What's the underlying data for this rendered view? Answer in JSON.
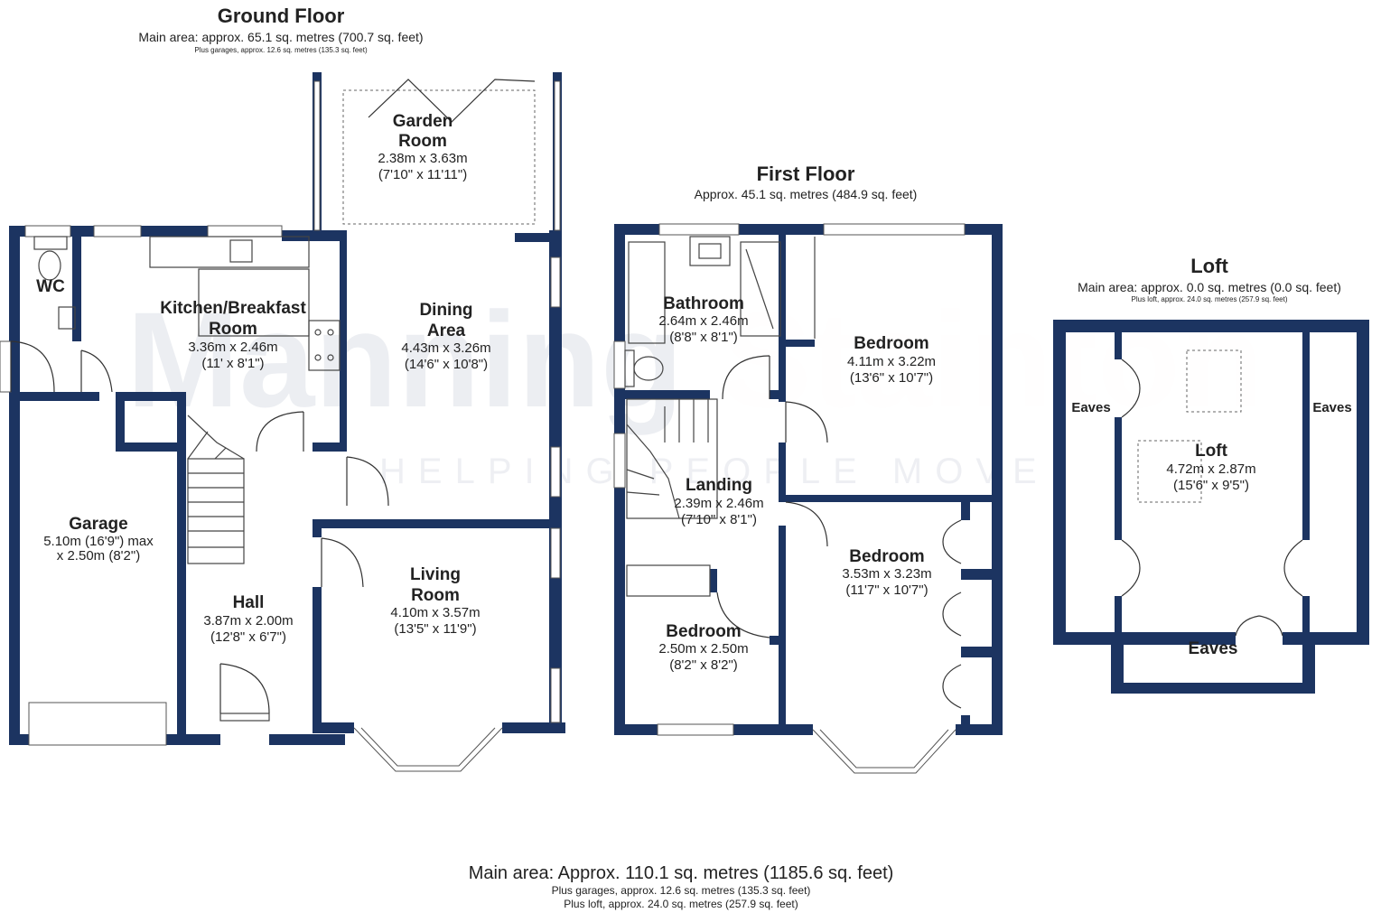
{
  "watermark": {
    "brand_a": "Manning",
    "brand_b": "Stainton",
    "tagline": "HELPING PEOPLE MOVE",
    "colors": {
      "navy": "#1c3461",
      "red": "#d6162a"
    }
  },
  "colors": {
    "wall": "#1c3461",
    "text": "#222222"
  },
  "ground_floor": {
    "title": "Ground Floor",
    "main_area": "Main area: approx. 65.1 sq. metres (700.7 sq. feet)",
    "extra": "Plus garages, approx. 12.6 sq. metres (135.3 sq. feet)",
    "rooms": {
      "garden": {
        "name1": "Garden",
        "name2": "Room",
        "metric": "2.38m x 3.63m",
        "imperial": "(7'10\" x 11'11\")"
      },
      "wc": {
        "name": "WC"
      },
      "kitchen": {
        "name1": "Kitchen/Breakfast",
        "name2": "Room",
        "metric": "3.36m x 2.46m",
        "imperial": "(11' x 8'1\")"
      },
      "dining": {
        "name1": "Dining",
        "name2": "Area",
        "metric": "4.43m x 3.26m",
        "imperial": "(14'6\" x 10'8\")"
      },
      "garage": {
        "name": "Garage",
        "metric": "5.10m (16'9\") max",
        "imperial": "x 2.50m (8'2\")"
      },
      "hall": {
        "name": "Hall",
        "metric": "3.87m x 2.00m",
        "imperial": "(12'8\" x 6'7\")"
      },
      "living": {
        "name1": "Living",
        "name2": "Room",
        "metric": "4.10m x 3.57m",
        "imperial": "(13'5\" x 11'9\")"
      }
    }
  },
  "first_floor": {
    "title": "First Floor",
    "main_area": "Approx. 45.1 sq. metres (484.9 sq. feet)",
    "rooms": {
      "bathroom": {
        "name": "Bathroom",
        "metric": "2.64m x 2.46m",
        "imperial": "(8'8\" x 8'1\")"
      },
      "bedroom1": {
        "name": "Bedroom",
        "metric": "4.11m x 3.22m",
        "imperial": "(13'6\" x 10'7\")"
      },
      "landing": {
        "name": "Landing",
        "metric": "2.39m x 2.46m",
        "imperial": "(7'10\" x 8'1\")"
      },
      "bedroom2": {
        "name": "Bedroom",
        "metric": "3.53m x 3.23m",
        "imperial": "(11'7\" x 10'7\")"
      },
      "bedroom3": {
        "name": "Bedroom",
        "metric": "2.50m x 2.50m",
        "imperial": "(8'2\" x 8'2\")"
      }
    }
  },
  "loft": {
    "title": "Loft",
    "main_area": "Main area: approx. 0.0 sq. metres (0.0 sq. feet)",
    "extra": "Plus loft, approx. 24.0 sq. metres (257.9 sq. feet)",
    "rooms": {
      "loft": {
        "name": "Loft",
        "metric": "4.72m x 2.87m",
        "imperial": "(15'6\" x 9'5\")"
      },
      "eaves_left": "Eaves",
      "eaves_right": "Eaves",
      "eaves_bottom": "Eaves"
    }
  },
  "footer": {
    "main": "Main area: Approx. 110.1 sq. metres (1185.6 sq. feet)",
    "garages": "Plus garages, approx. 12.6 sq. metres (135.3 sq. feet)",
    "loft": "Plus loft, approx. 24.0 sq. metres (257.9 sq. feet)"
  }
}
